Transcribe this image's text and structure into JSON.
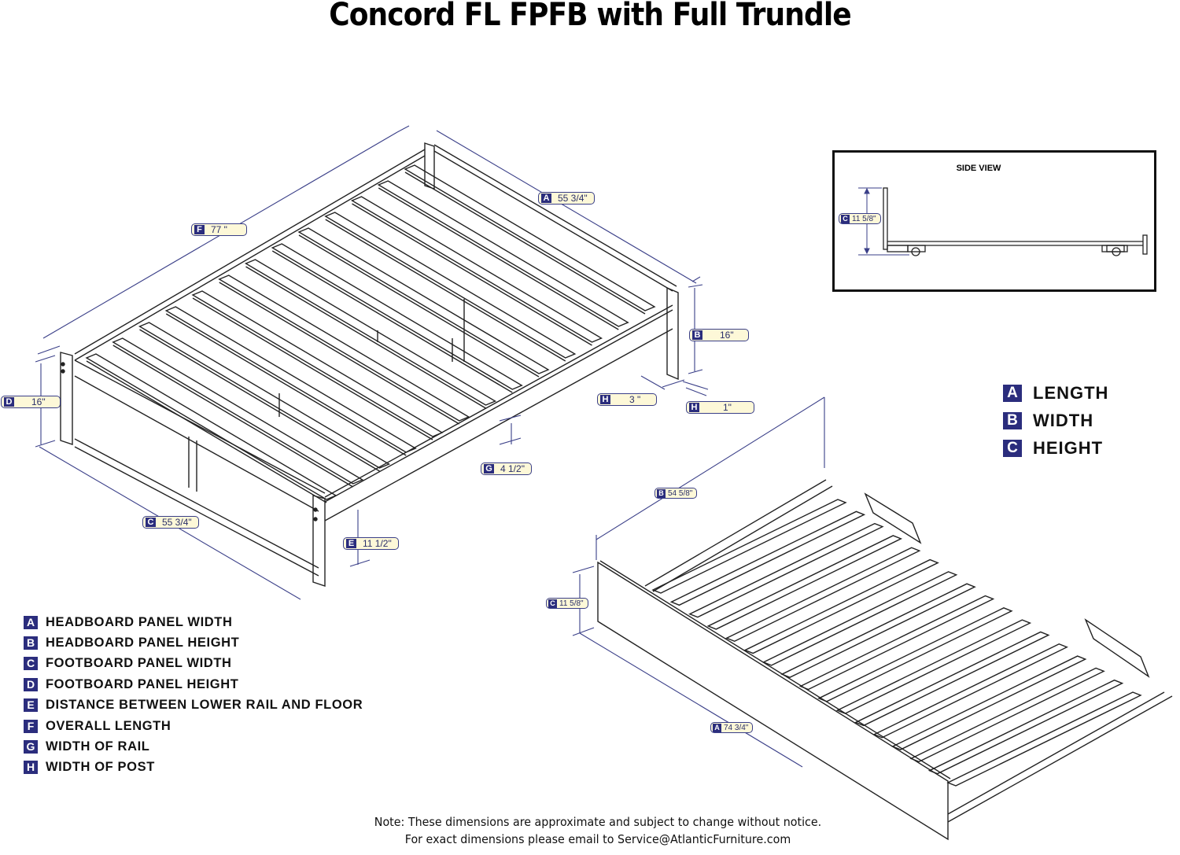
{
  "title": "Concord FL FPFB with Full Trundle",
  "dimension_callouts": {
    "bed": {
      "A": {
        "letter": "A",
        "value": "55 3/4\""
      },
      "B": {
        "letter": "B",
        "value": "16\""
      },
      "C": {
        "letter": "C",
        "value": "55 3/4\""
      },
      "D": {
        "letter": "D",
        "value": "16\""
      },
      "E": {
        "letter": "E",
        "value": "11 1/2\""
      },
      "F": {
        "letter": "F",
        "value": "77 \""
      },
      "G": {
        "letter": "G",
        "value": "4 1/2\""
      },
      "H1": {
        "letter": "H",
        "value": "3 \""
      },
      "H2": {
        "letter": "H",
        "value": "1\""
      }
    },
    "trundle": {
      "A": {
        "letter": "A",
        "value": "74 3/4\""
      },
      "B": {
        "letter": "B",
        "value": "54 5/8\""
      },
      "C": {
        "letter": "C",
        "value": "11 5/8\""
      }
    },
    "side_view": {
      "title": "SIDE VIEW",
      "C": {
        "letter": "C",
        "value": "11 5/8\""
      }
    }
  },
  "trundle_key": [
    {
      "letter": "A",
      "label": "LENGTH"
    },
    {
      "letter": "B",
      "label": "WIDTH"
    },
    {
      "letter": "C",
      "label": "HEIGHT"
    }
  ],
  "bed_legend": [
    {
      "letter": "A",
      "label": "HEADBOARD PANEL WIDTH"
    },
    {
      "letter": "B",
      "label": "HEADBOARD PANEL HEIGHT"
    },
    {
      "letter": "C",
      "label": "FOOTBOARD PANEL WIDTH"
    },
    {
      "letter": "D",
      "label": "FOOTBOARD PANEL HEIGHT"
    },
    {
      "letter": "E",
      "label": "DISTANCE BETWEEN LOWER RAIL AND FLOOR"
    },
    {
      "letter": "F",
      "label": "OVERALL LENGTH"
    },
    {
      "letter": "G",
      "label": "WIDTH OF RAIL"
    },
    {
      "letter": "H",
      "label": "WIDTH OF POST"
    }
  ],
  "note": {
    "line1": "Note:  These dimensions are approximate and subject to change without notice.",
    "line2": "For exact dimensions please email to Service@AtlanticFurniture.com"
  },
  "colors": {
    "badge": "#2b2d7d",
    "callout_bg": "#fdf8d8",
    "dim_line": "#3a3f88"
  }
}
